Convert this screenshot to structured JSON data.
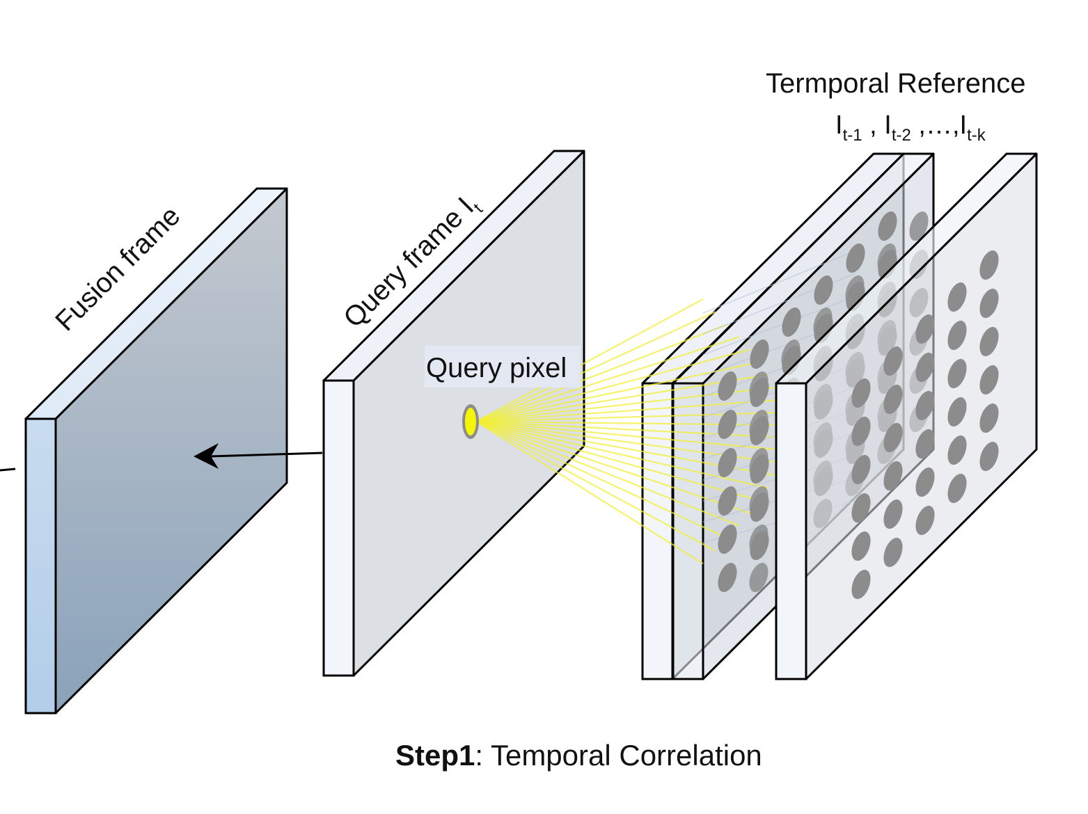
{
  "labels": {
    "fusion_frame": "Fusion frame",
    "query_frame": "Query frame I",
    "query_frame_sub": "t",
    "query_pixel": "Query pixel",
    "temporal_reference": "Termporal Reference",
    "ref_I1": "I",
    "ref_I1_sub": "t-1",
    "ref_sep1": " , I",
    "ref_I2_sub": "t-2",
    "ref_sep2": " ,…,I",
    "ref_Ik_sub": "t-k",
    "caption_bold": "Step1",
    "caption_rest": ": Temporal Correlation"
  },
  "colors": {
    "fusion_face_top": "#c2c8ce",
    "fusion_face_bottom": "#8ba3bb",
    "fusion_edge": "#b9d3ec",
    "frame_face": "#dcdfe3",
    "frame_edge": "#f2f5fa",
    "query_pixel": "#f5f50a",
    "rays": "#f2ef3a",
    "dots": "#8c8c8c",
    "label_bg": "#e3e8f2"
  },
  "icons": {
    "arrow": "left-arrow-icon",
    "pixel": "query-pixel-icon"
  }
}
